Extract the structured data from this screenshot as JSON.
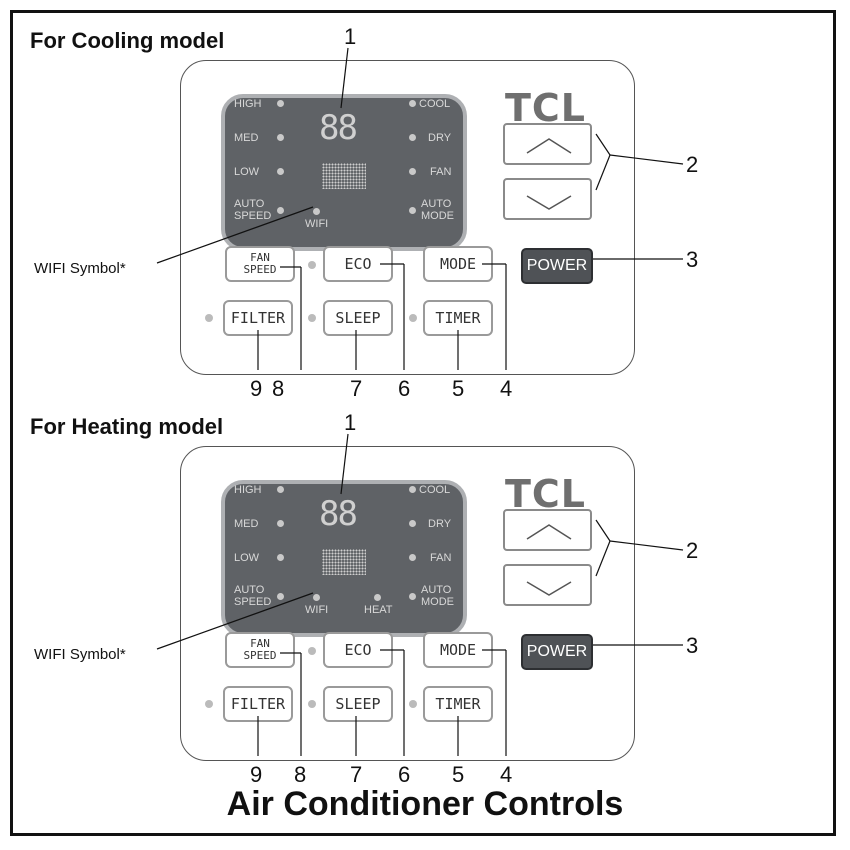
{
  "sections": [
    {
      "heading": "For Cooling model",
      "brand": "TCL",
      "display": {
        "digits": "88",
        "left_labels": [
          "HIGH",
          "MED",
          "LOW",
          "AUTO\nSPEED"
        ],
        "right_labels": [
          "COOL",
          "DRY",
          "FAN",
          "AUTO\nMODE"
        ],
        "wifi_label": "WIFI",
        "heat_label": ""
      },
      "buttons": {
        "fan_speed": "FAN\nSPEED",
        "eco": "ECO",
        "mode": "MODE",
        "filter": "FILTER",
        "sleep": "SLEEP",
        "timer": "TIMER",
        "power": "POWER"
      },
      "wifi_note": "WIFI Symbol*",
      "callouts": {
        "display": "1",
        "arrows": "2",
        "power": "3",
        "mode": "4",
        "timer": "5",
        "eco": "6",
        "sleep": "7",
        "fan_speed": "8",
        "filter": "9"
      }
    },
    {
      "heading": "For Heating model",
      "brand": "TCL",
      "display": {
        "digits": "88",
        "left_labels": [
          "HIGH",
          "MED",
          "LOW",
          "AUTO\nSPEED"
        ],
        "right_labels": [
          "COOL",
          "DRY",
          "FAN",
          "AUTO\nMODE"
        ],
        "wifi_label": "WIFI",
        "heat_label": "HEAT"
      },
      "buttons": {
        "fan_speed": "FAN\nSPEED",
        "eco": "ECO",
        "mode": "MODE",
        "filter": "FILTER",
        "sleep": "SLEEP",
        "timer": "TIMER",
        "power": "POWER"
      },
      "wifi_note": "WIFI Symbol*",
      "callouts": {
        "display": "1",
        "arrows": "2",
        "power": "3",
        "mode": "4",
        "timer": "5",
        "eco": "6",
        "sleep": "7",
        "fan_speed": "8",
        "filter": "9"
      }
    }
  ],
  "footer": "Air Conditioner Controls"
}
